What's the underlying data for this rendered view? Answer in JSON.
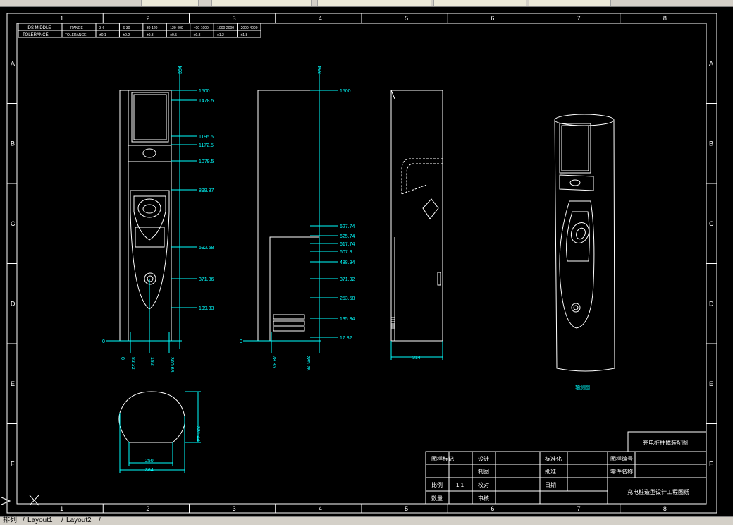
{
  "grid": {
    "cols": [
      "1",
      "2",
      "3",
      "4",
      "5",
      "6",
      "7",
      "8"
    ],
    "rows": [
      "A",
      "B",
      "C",
      "D",
      "E",
      "F"
    ]
  },
  "tolerance_table": {
    "row1_label": "IDS MIDDLE",
    "row2_label": "TOLERANCE",
    "range_label": "RANGE",
    "tol_label": "TOLERANCE",
    "ranges": [
      "3-6",
      "6-30",
      "30-120",
      "120-400",
      "400-1000",
      "1000-2000",
      "2000-4000"
    ],
    "tolerances": [
      "±0.1",
      "±0.2",
      "±0.3",
      "±0.5",
      "±0.8",
      "±1.2",
      "±1.8"
    ]
  },
  "front_view": {
    "top_dim": "364",
    "dims_right": [
      "1500",
      "1478.5",
      "1195.5",
      "1172.5",
      "1079.5",
      "899.87",
      "592.58",
      "371.86",
      "199.33"
    ],
    "dims_bottom": [
      "0",
      "83.32",
      "182",
      "300.68"
    ],
    "zero_label": "0"
  },
  "side_view": {
    "top_dim": "364",
    "dims_right": [
      "1500",
      "627.74",
      "625.74",
      "617.74",
      "607.8",
      "488.94",
      "371.92",
      "253.58",
      "135.34",
      "17.82"
    ],
    "dims_bottom": [
      "78.85",
      "285.28"
    ],
    "zero_label": "0"
  },
  "right_view": {
    "width_dim": "314"
  },
  "iso_view": {
    "caption": "轴测图"
  },
  "top_view": {
    "dim_inner": "250",
    "dim_outer": "364",
    "dim_height": "331.44"
  },
  "title_block": {
    "title": "充电桩柱体装配图",
    "cells": {
      "r1": [
        "图样标记",
        "设计",
        "",
        "标准化",
        "",
        "图样编号",
        ""
      ],
      "r2": [
        "",
        "",
        "制图",
        "",
        "批准",
        "",
        "零件名称",
        ""
      ],
      "r3": [
        "比例",
        "1:1",
        "校对",
        "",
        "日期",
        ""
      ],
      "r4": [
        "数量",
        "",
        "审核",
        ""
      ]
    },
    "company": "充电桩造型设计工程图纸"
  },
  "tabs": [
    "排列",
    "Layout1",
    "Layout2"
  ]
}
